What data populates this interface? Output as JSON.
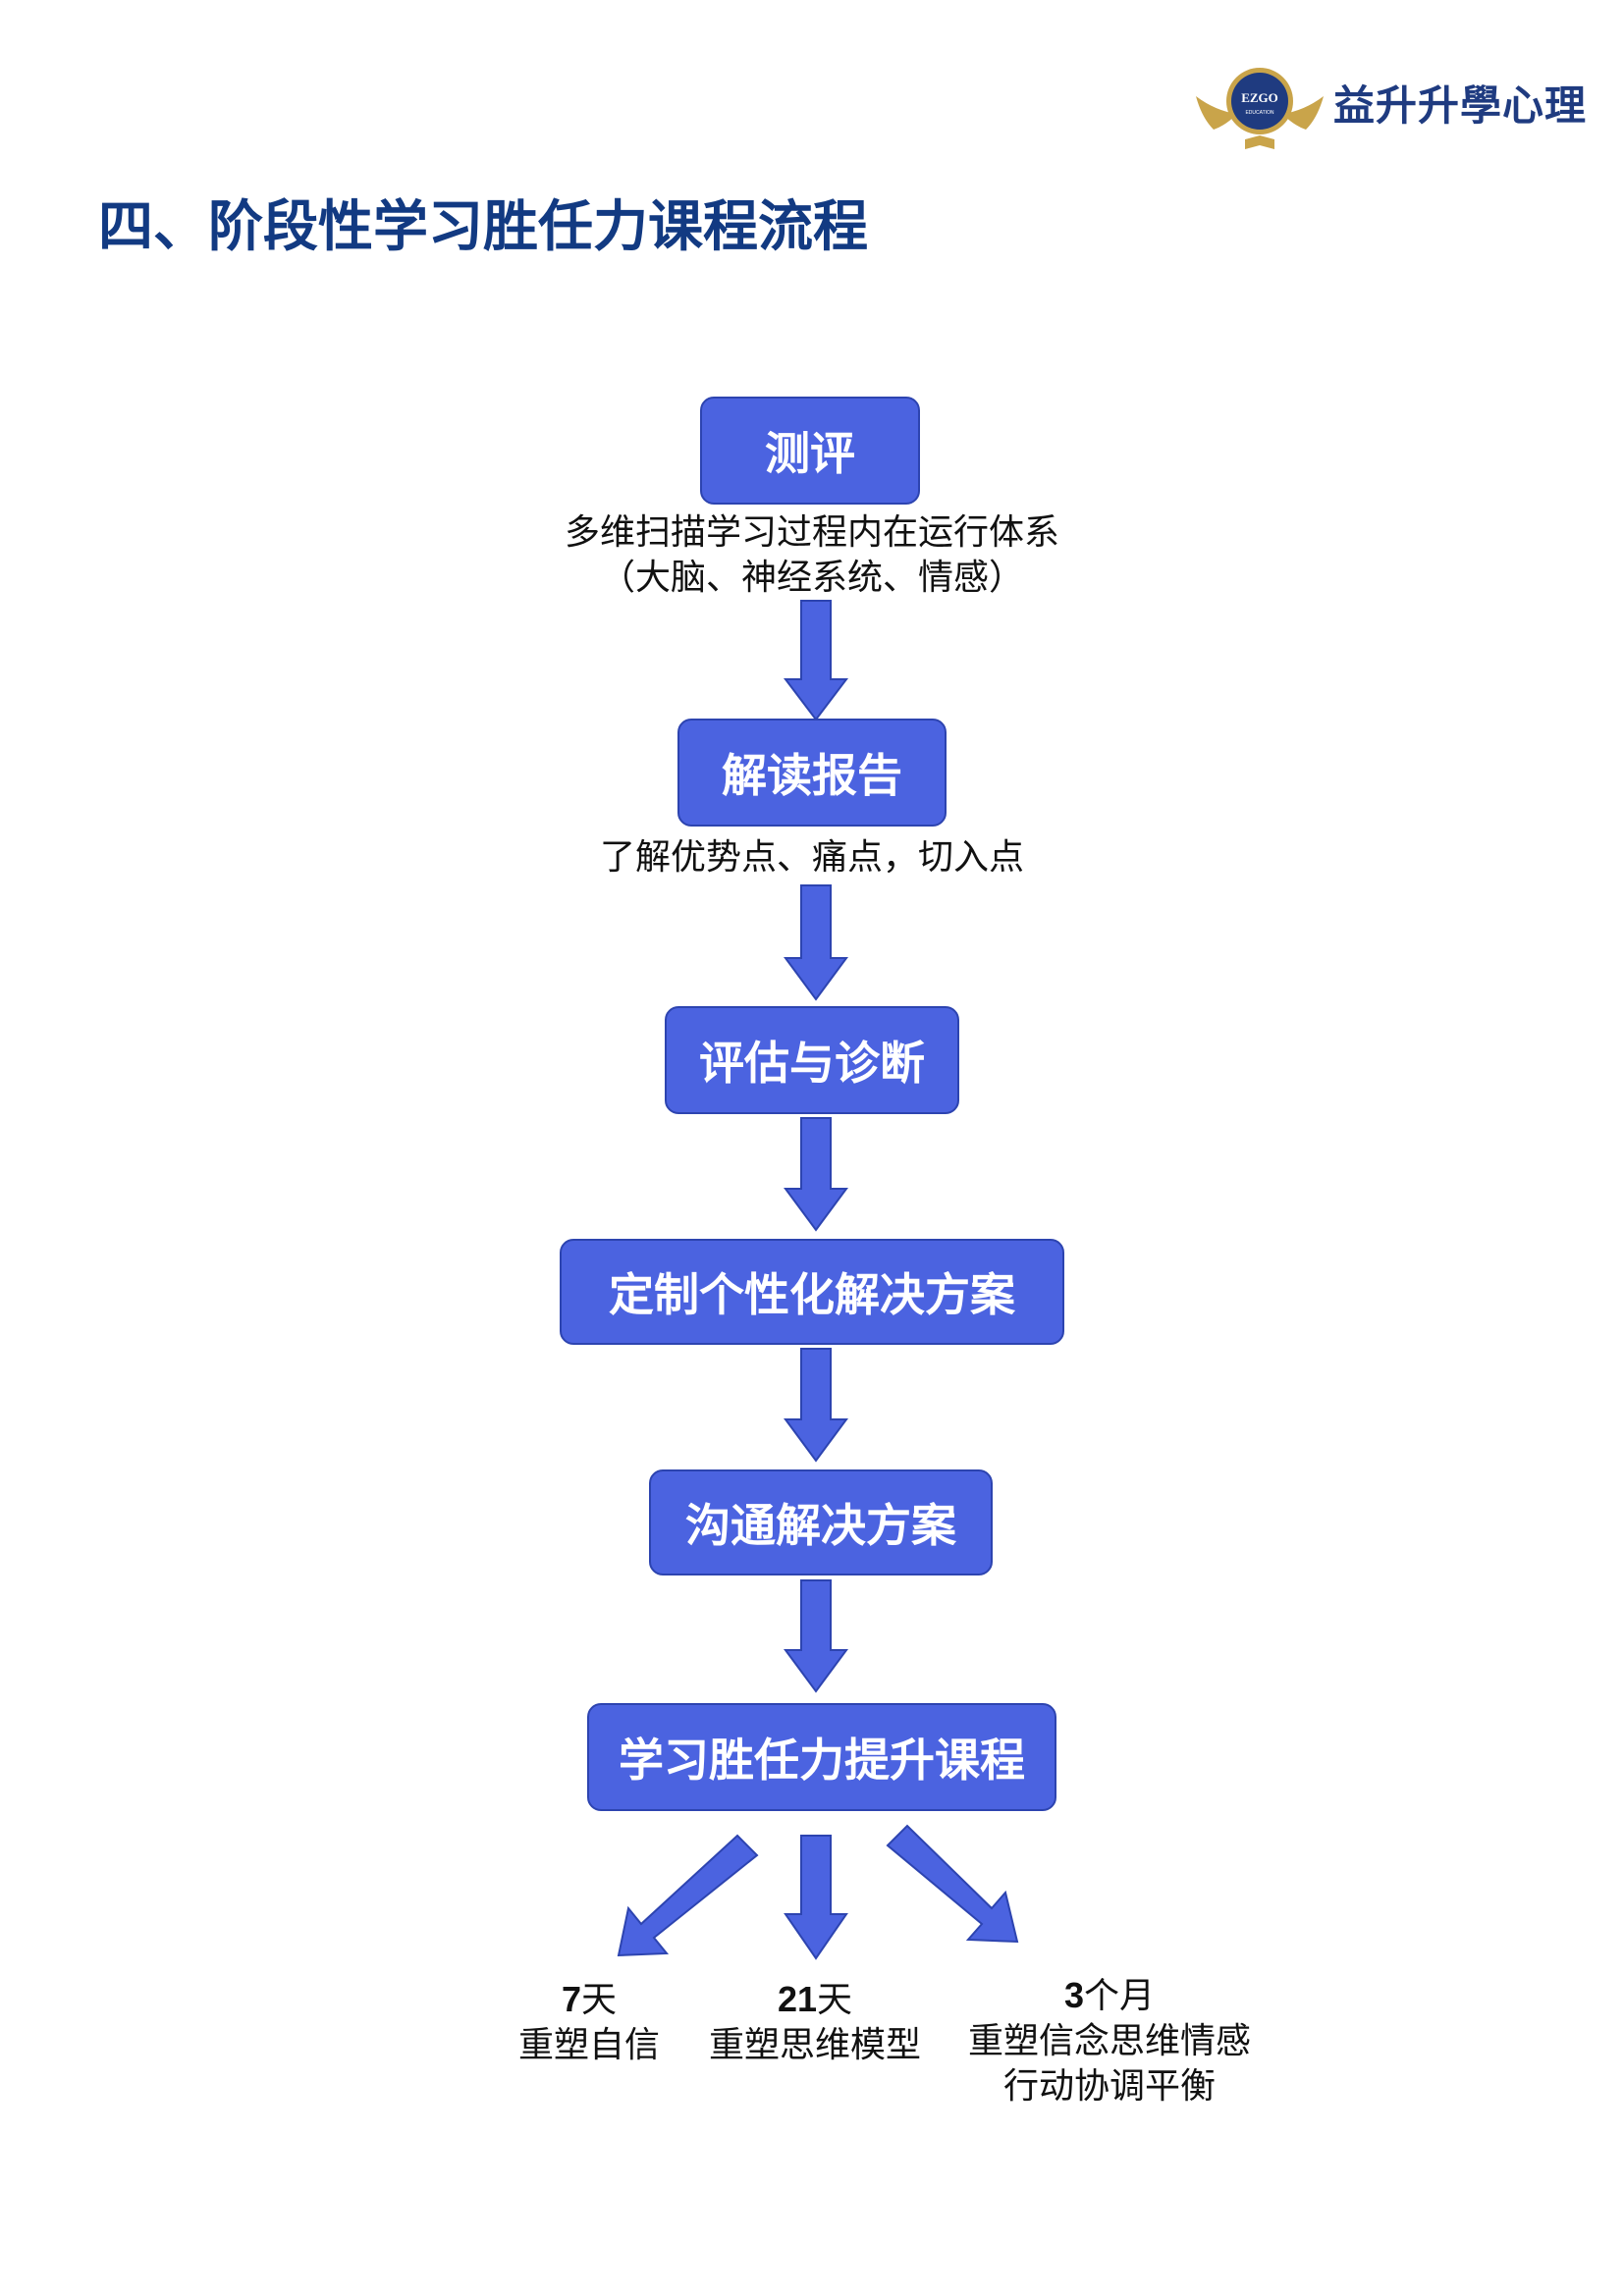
{
  "header": {
    "brand": "益升升學心理",
    "logo_text": "EZGO",
    "logo_subtext": "EDUCATION"
  },
  "title": "四、阶段性学习胜任力课程流程",
  "flow": {
    "step1": {
      "label": "测评",
      "note_line1": "多维扫描学习过程内在运行体系",
      "note_line2": "（大脑、神经系统、情感）"
    },
    "step2": {
      "label": "解读报告",
      "note": "了解优势点、痛点，切入点"
    },
    "step3": {
      "label": "评估与诊断"
    },
    "step4": {
      "label": "定制个性化解决方案"
    },
    "step5": {
      "label": "沟通解决方案"
    },
    "step6": {
      "label": "学习胜任力提升课程"
    }
  },
  "outcomes": [
    {
      "num": "7",
      "unit": "天",
      "line1": "重塑自信"
    },
    {
      "num": "21",
      "unit": "天",
      "line1": "重塑思维模型"
    },
    {
      "num": "3",
      "unit": "个月",
      "line1": "重塑信念思维情感",
      "line2": "行动协调平衡"
    }
  ],
  "colors": {
    "box_fill": "#4b63e0",
    "arrow_fill": "#4b63e0",
    "title": "#123a82",
    "brand": "#1f3b80",
    "logo_gold": "#c9a44a"
  }
}
